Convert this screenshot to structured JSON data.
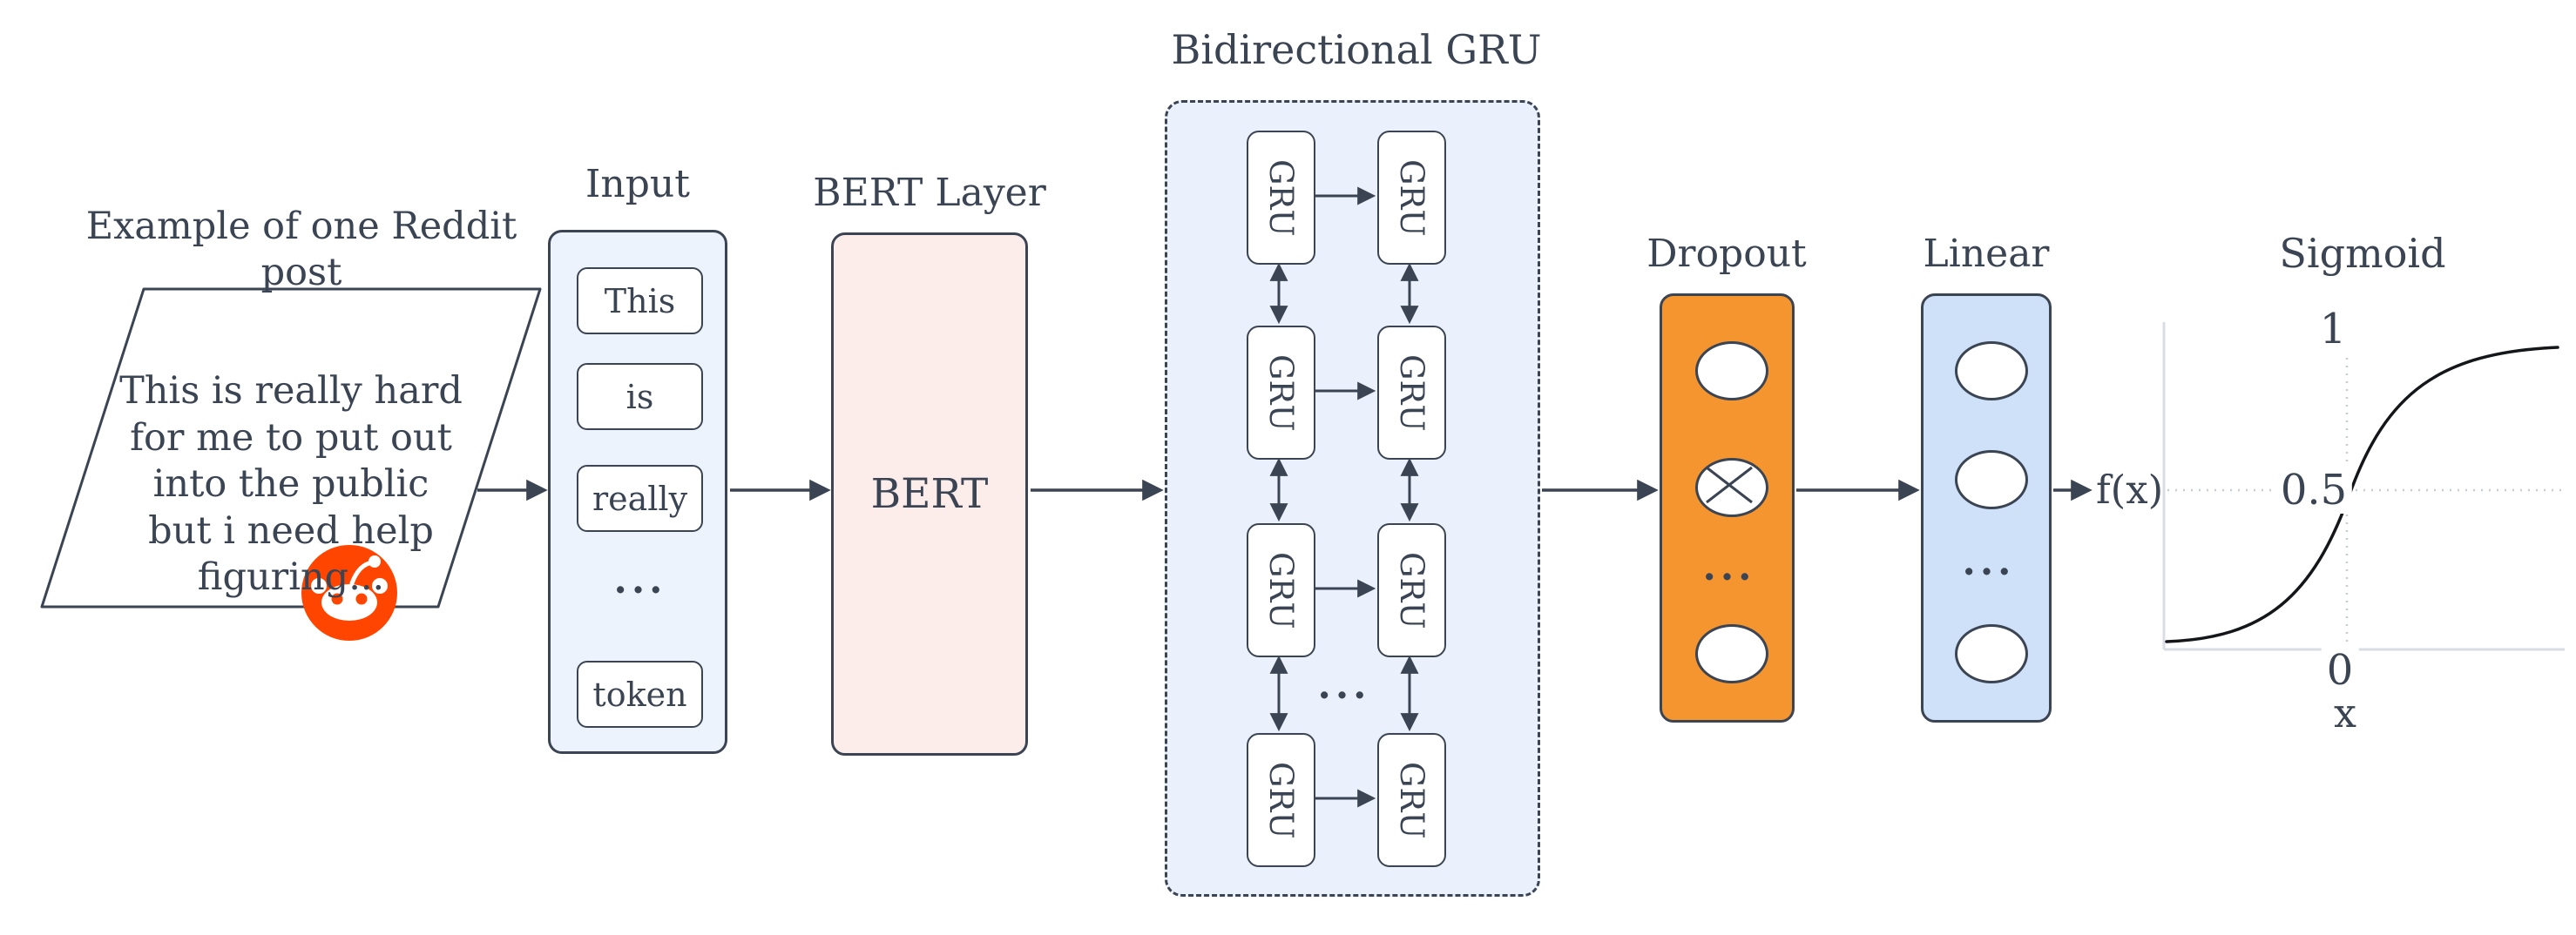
{
  "reddit_example": {
    "label": "Example of one Reddit post",
    "label_lines": [
      "Example of one Reddit",
      "post"
    ],
    "post_lines": [
      "This is really hard",
      "for me to put out",
      "into the public",
      "but i need help",
      "figuring..."
    ],
    "icon": "reddit-alien-logo"
  },
  "input": {
    "label": "Input",
    "tokens": [
      "This",
      "is",
      "really"
    ],
    "ellipsis": "...",
    "final_token": "token"
  },
  "bert": {
    "label": "BERT Layer",
    "text": "BERT"
  },
  "bigru": {
    "label": "Bidirectional GRU",
    "cell": "GRU",
    "ellipsis": "..."
  },
  "dropout": {
    "label": "Dropout",
    "ellipsis": "..."
  },
  "linear": {
    "label": "Linear",
    "ellipsis": "..."
  },
  "output_label": "f(x)",
  "sigmoid": {
    "title": "Sigmoid",
    "tick_top": "1",
    "tick_mid": "0.5",
    "tick_zero": "0",
    "axis_label": "x"
  },
  "colors": {
    "stroke": "#3b4452",
    "text": "#3b4452",
    "input_fill": "#ecf3fd",
    "bert_fill": "#fcedeb",
    "gru_container_fill": "#eaf1fc",
    "gru_cell_fill": "#ffffff",
    "dropout_fill": "#f5952f",
    "linear_fill": "#cee1f8",
    "reddit_orange": "#ff4500",
    "sigmoid_curve": "#14161a",
    "plot_axis": "#d9dee4"
  }
}
